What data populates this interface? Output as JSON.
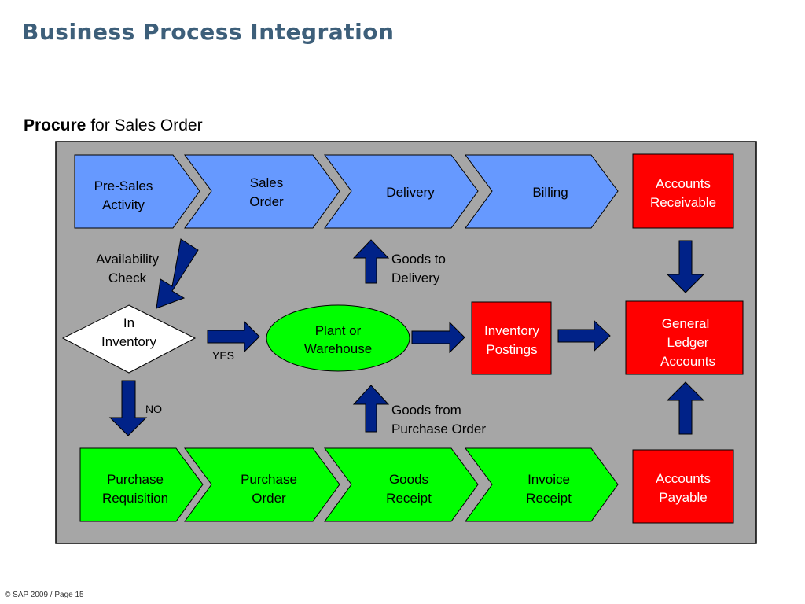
{
  "title": "Business Process Integration",
  "subtitle": {
    "bold": "Procure",
    "rest": " for Sales Order"
  },
  "footer": "© SAP 2009 / Page 15",
  "colors": {
    "blue_chevron": "#6699ff",
    "green_chevron": "#00ff00",
    "red_box": "#ff0000",
    "panel": "#a6a6a6",
    "arrow": "#002288"
  },
  "top_row": [
    {
      "line1": "Pre-Sales",
      "line2": "Activity"
    },
    {
      "line1": "Sales",
      "line2": "Order"
    },
    {
      "line1": "Delivery",
      "line2": ""
    },
    {
      "line1": "Billing",
      "line2": ""
    }
  ],
  "bottom_row": [
    {
      "line1": "Purchase",
      "line2": "Requisition"
    },
    {
      "line1": "Purchase",
      "line2": "Order"
    },
    {
      "line1": "Goods",
      "line2": "Receipt"
    },
    {
      "line1": "Invoice",
      "line2": "Receipt"
    }
  ],
  "accounts_receivable": {
    "line1": "Accounts",
    "line2": "Receivable"
  },
  "accounts_payable": {
    "line1": "Accounts",
    "line2": "Payable"
  },
  "general_ledger": {
    "line1": "General",
    "line2": "Ledger",
    "line3": "Accounts"
  },
  "inventory_postings": {
    "line1": "Inventory",
    "line2": "Postings"
  },
  "decision": {
    "line1": "In",
    "line2": "Inventory"
  },
  "plant": {
    "line1": "Plant or",
    "line2": "Warehouse"
  },
  "labels": {
    "availability_1": "Availability",
    "availability_2": "Check",
    "goods_to_1": "Goods to",
    "goods_to_2": "Delivery",
    "goods_from_1": "Goods from",
    "goods_from_2": "Purchase Order",
    "yes": "YES",
    "no": "NO"
  }
}
